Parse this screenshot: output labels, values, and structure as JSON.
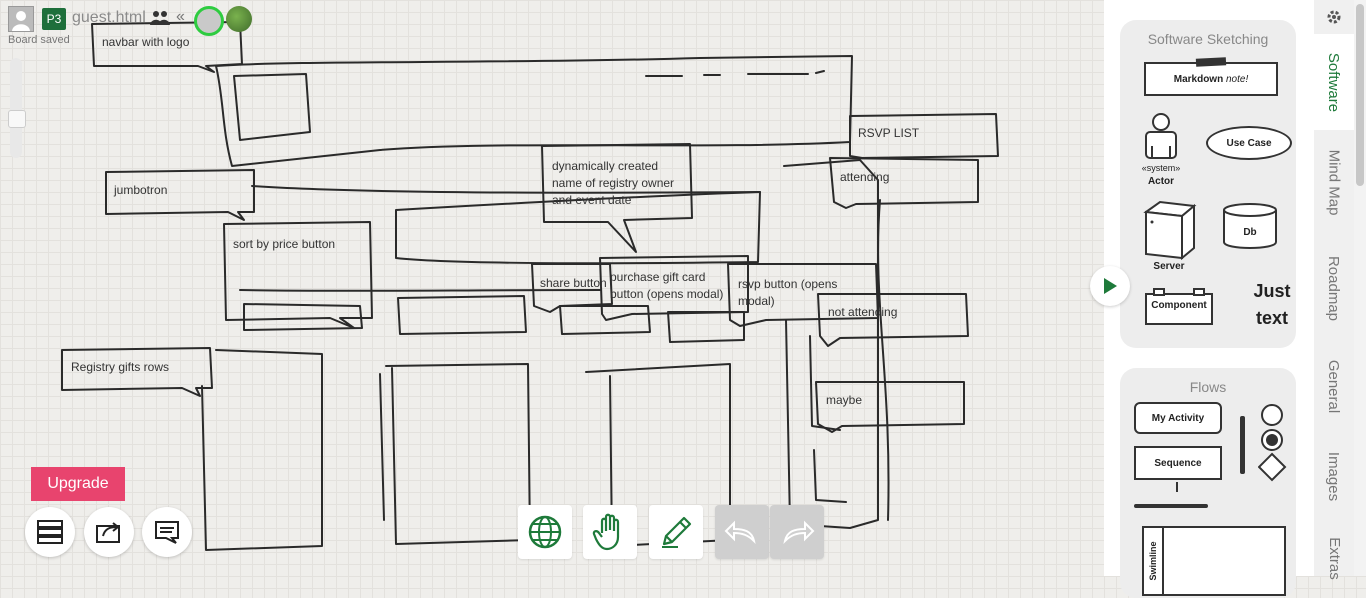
{
  "header": {
    "board_badge": "P3",
    "board_name": "guest.html",
    "status": "Board saved"
  },
  "canvas_notes": [
    "navbar with logo",
    "jumbotron",
    "dynamically created\nname of registry owner\nand event date",
    "sort by price button",
    "share button",
    "purchase gift card\nbutton (opens modal)",
    "rsvp button (opens\nmodal)",
    "RSVP LIST",
    "attending",
    "not attending",
    "maybe",
    "Registry gifts rows"
  ],
  "upgrade_label": "Upgrade",
  "panel": {
    "software": {
      "title": "Software Sketching",
      "markdown_label": "Markdown",
      "markdown_note": "note!",
      "actor_stereotype": "«system»",
      "actor_label": "Actor",
      "use_case_label": "Use Case",
      "server_label": "Server",
      "db_label": "Db",
      "component_label": "Component",
      "just_text": "Just\ntext"
    },
    "flows": {
      "title": "Flows",
      "activity_label": "My Activity",
      "sequence_label": "Sequence",
      "swimline_label": "Swimline"
    }
  },
  "tabs": [
    "Software",
    "Mind Map",
    "Roadmap",
    "General",
    "Images",
    "Extras"
  ],
  "colors": {
    "accent_green": "#1e7a3a",
    "upgrade_pink": "#e8446e",
    "board_badge_bg": "#1e6f3b",
    "online_ring": "#2ecc40"
  }
}
